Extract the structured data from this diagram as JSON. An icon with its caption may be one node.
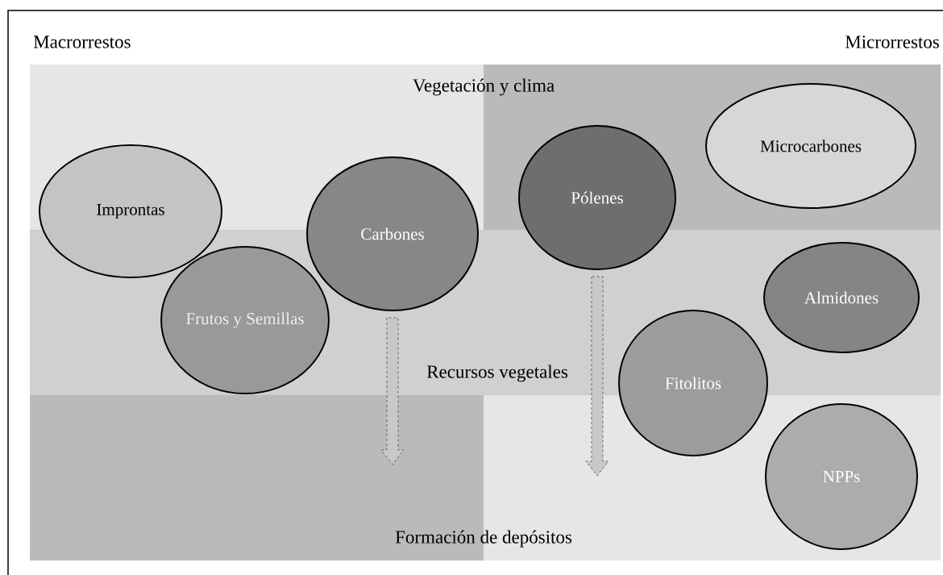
{
  "diagram": {
    "nodes": [
      {
        "text": [
          "Improntas"
        ]
      },
      {
        "text": [
          "Carbones"
        ]
      },
      {
        "text": [
          "Frutos y Semillas"
        ]
      },
      {
        "text": [
          "Pólenes"
        ]
      },
      {
        "text": [
          "Microcarbones"
        ]
      },
      {
        "text": [
          "Almidones"
        ]
      },
      {
        "text": [
          "Fitolitos"
        ]
      },
      {
        "text": [
          "NPPs"
        ]
      }
    ],
    "edges": [
      {
        "from": 1,
        "to": null,
        "arrow": "to",
        "style": "dashed"
      },
      {
        "from": 3,
        "to": null,
        "arrow": "to",
        "style": "dashed"
      }
    ],
    "labels": [
      "Macrorrestos",
      "Microrrestos",
      "Vegetación y clima",
      "Recursos vegetales",
      "Formación de depósitos"
    ]
  }
}
